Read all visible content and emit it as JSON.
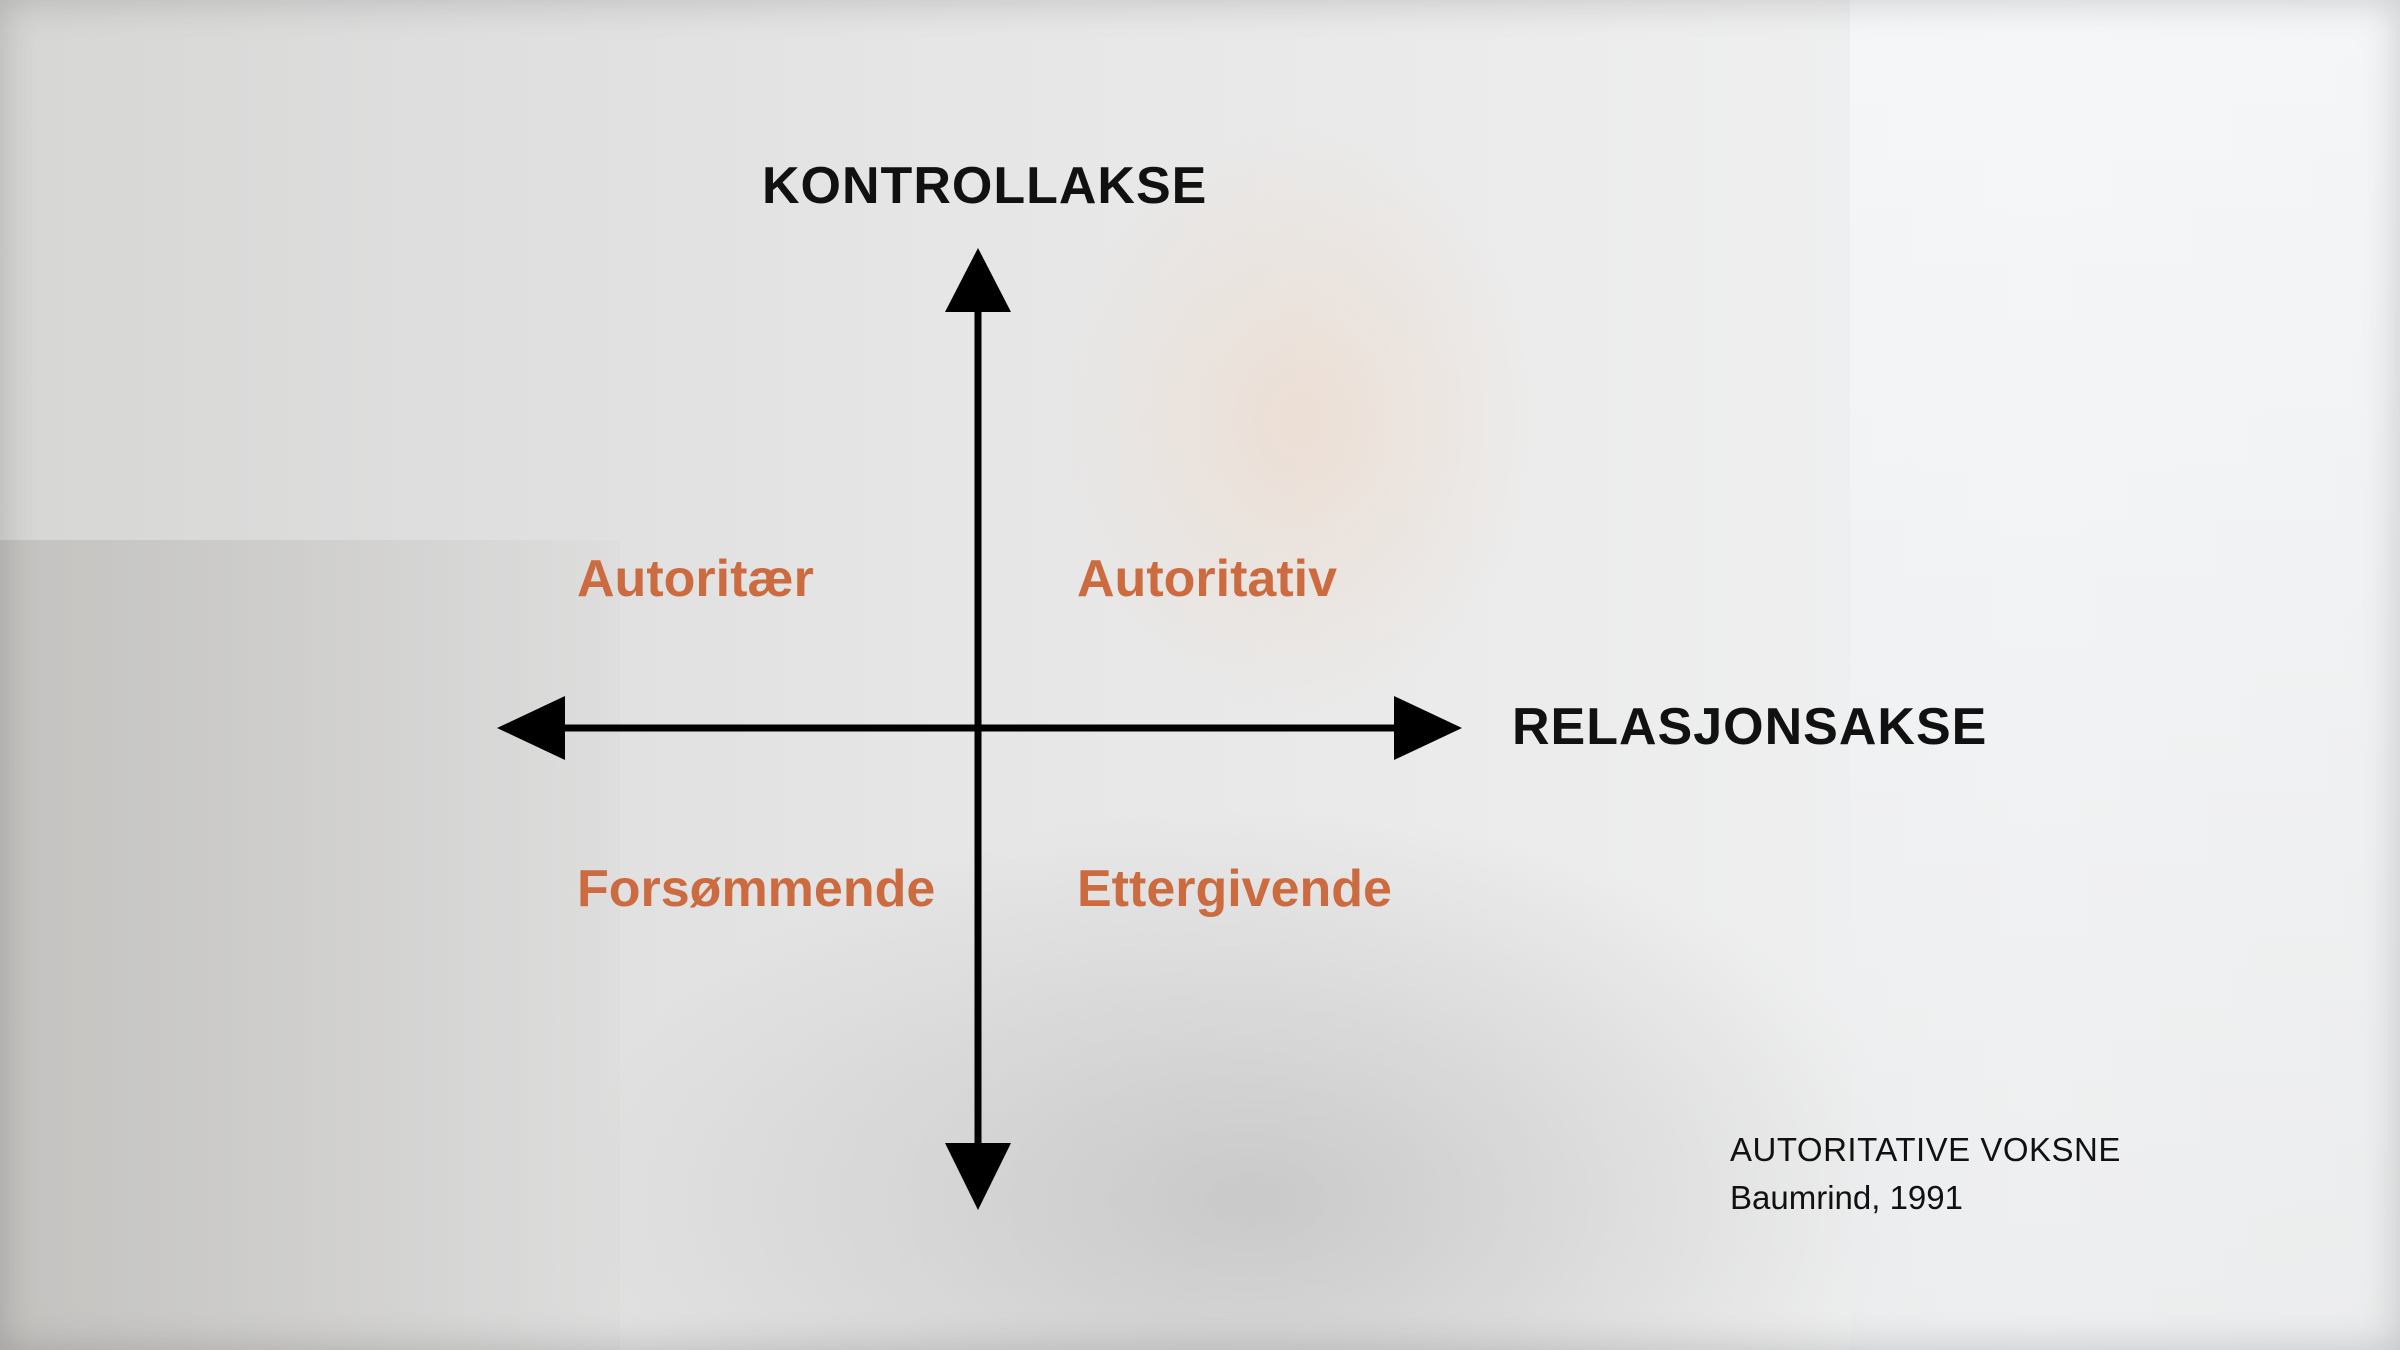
{
  "axes": {
    "vertical_label": "KONTROLLAKSE",
    "horizontal_label": "RELASJONSAKSE"
  },
  "quadrants": {
    "top_left": "Autoritær",
    "top_right": "Autoritativ",
    "bottom_left": "Forsømmende",
    "bottom_right": "Ettergivende"
  },
  "citation": {
    "heading": "AUTORITATIVE VOKSNE",
    "source": "Baumrind, 1991"
  },
  "colors": {
    "axis": "#000000",
    "quadrant_text": "#cc6b3f",
    "title_text": "#111111"
  }
}
